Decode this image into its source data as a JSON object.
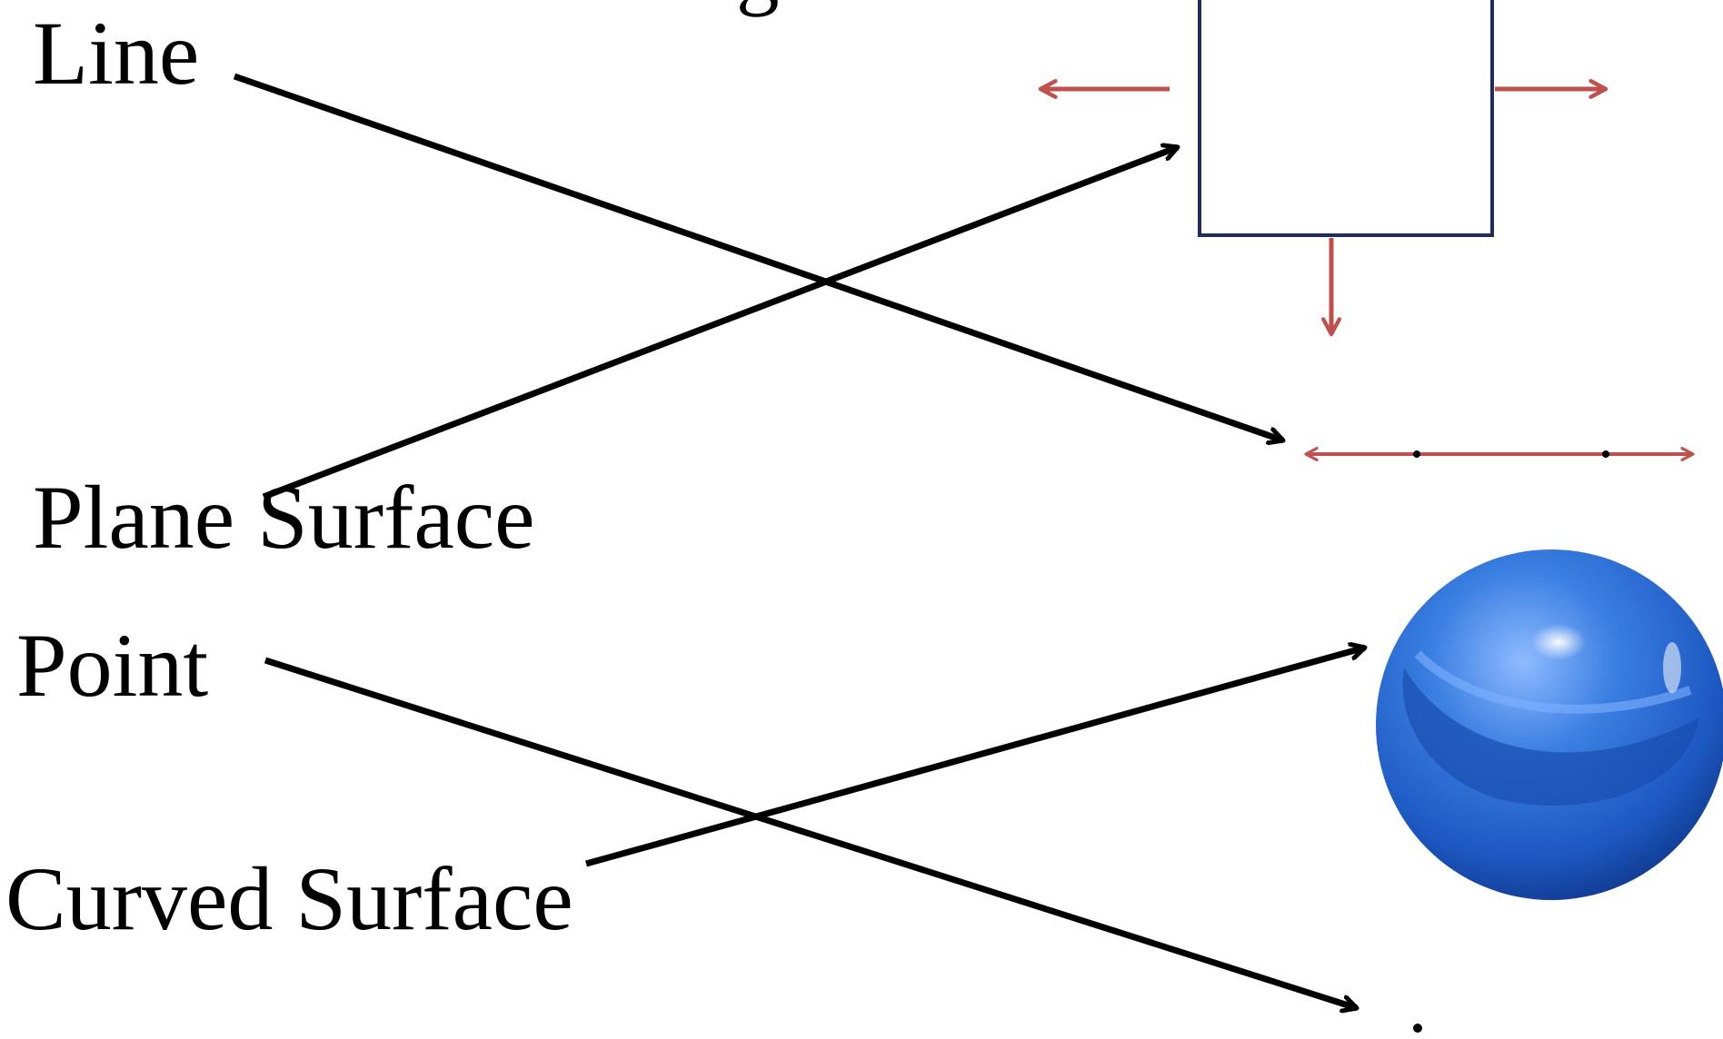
{
  "labels": {
    "top_partial": "g",
    "line": "Line",
    "plane_surface": "Plane Surface",
    "point": "Point",
    "curved_surface": "Curved Surface"
  },
  "colors": {
    "text": "#000000",
    "connector_arrow": "#000000",
    "red_arrow": "#c0504d",
    "square_border": "#1f2d5c",
    "marble_base": "#2f6fd6",
    "marble_dark": "#123e9c",
    "marble_light": "#9cc4ff"
  },
  "icons": {
    "plane_figure": "square-with-outward-arrows-icon",
    "line_figure": "double-headed-line-icon",
    "surface_figure": "blue-marble-sphere-icon",
    "point_figure": "dot-icon"
  }
}
